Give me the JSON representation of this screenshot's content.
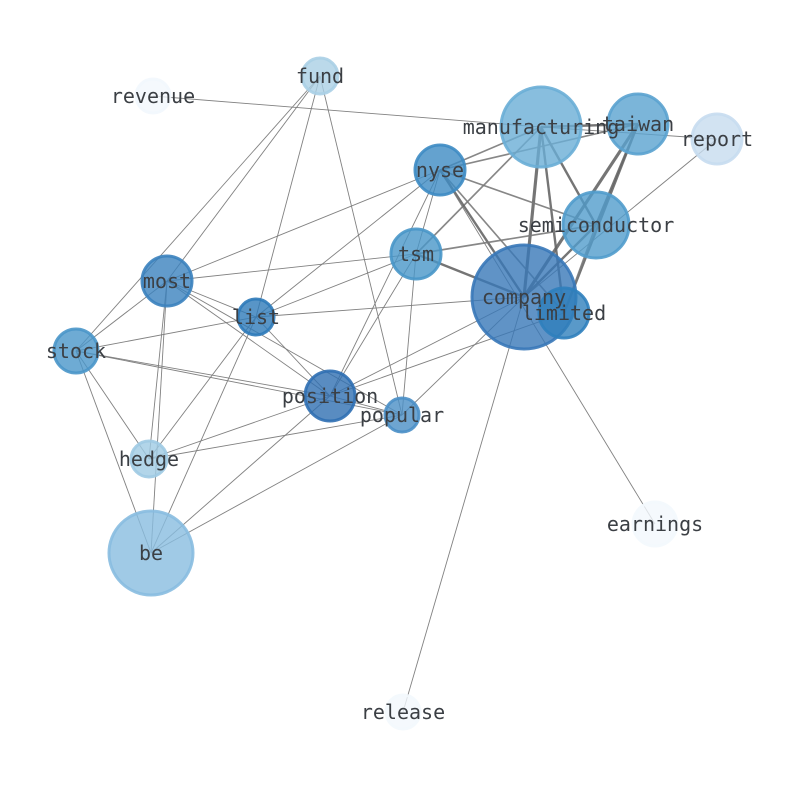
{
  "diagram": {
    "type": "word-cooccurrence-network",
    "nodes": [
      {
        "id": "revenue",
        "label": "revenue",
        "weight": 1,
        "color": "#f2f7fd"
      },
      {
        "id": "fund",
        "label": "fund",
        "weight": 2,
        "color": "#aacfe5"
      },
      {
        "id": "manufacturing",
        "label": "manufacturing",
        "weight": 8,
        "color": "#6aaed6"
      },
      {
        "id": "taiwan",
        "label": "taiwan",
        "weight": 5,
        "color": "#5aa2cf"
      },
      {
        "id": "report",
        "label": "report",
        "weight": 3,
        "color": "#c7dcef"
      },
      {
        "id": "nyse",
        "label": "nyse",
        "weight": 4,
        "color": "#3d8bc3"
      },
      {
        "id": "semiconductor",
        "label": "semiconductor",
        "weight": 6,
        "color": "#519ccc"
      },
      {
        "id": "tsm",
        "label": "tsm",
        "weight": 4,
        "color": "#4896c8"
      },
      {
        "id": "company",
        "label": "company",
        "weight": 12,
        "color": "#3878b8"
      },
      {
        "id": "limited",
        "label": "limited",
        "weight": 4,
        "color": "#2f7fbc"
      },
      {
        "id": "most",
        "label": "most",
        "weight": 4,
        "color": "#3b82be"
      },
      {
        "id": "list",
        "label": "list",
        "weight": 3,
        "color": "#2e7ab9"
      },
      {
        "id": "stock",
        "label": "stock",
        "weight": 4,
        "color": "#4a96c9"
      },
      {
        "id": "position",
        "label": "position",
        "weight": 4,
        "color": "#2f6fb2"
      },
      {
        "id": "popular",
        "label": "popular",
        "weight": 3,
        "color": "#4a8fc6"
      },
      {
        "id": "hedge",
        "label": "hedge",
        "weight": 3,
        "color": "#9fcae3"
      },
      {
        "id": "be",
        "label": "be",
        "weight": 9,
        "color": "#88bde0"
      },
      {
        "id": "earnings",
        "label": "earnings",
        "weight": 1,
        "color": "#f3f8fd"
      },
      {
        "id": "release",
        "label": "release",
        "weight": 1,
        "color": "#f3f8fd"
      }
    ],
    "edges": [
      [
        "revenue",
        "manufacturing",
        1
      ],
      [
        "manufacturing",
        "report",
        1
      ],
      [
        "manufacturing",
        "taiwan",
        3
      ],
      [
        "manufacturing",
        "nyse",
        2
      ],
      [
        "manufacturing",
        "semiconductor",
        3
      ],
      [
        "manufacturing",
        "company",
        4
      ],
      [
        "manufacturing",
        "limited",
        3
      ],
      [
        "manufacturing",
        "tsm",
        2
      ],
      [
        "taiwan",
        "nyse",
        2
      ],
      [
        "taiwan",
        "semiconductor",
        3
      ],
      [
        "taiwan",
        "company",
        4
      ],
      [
        "taiwan",
        "limited",
        3
      ],
      [
        "report",
        "company",
        1
      ],
      [
        "nyse",
        "semiconductor",
        2
      ],
      [
        "nyse",
        "company",
        3
      ],
      [
        "nyse",
        "limited",
        2
      ],
      [
        "nyse",
        "tsm",
        1
      ],
      [
        "nyse",
        "most",
        1
      ],
      [
        "nyse",
        "list",
        1
      ],
      [
        "nyse",
        "position",
        1
      ],
      [
        "nyse",
        "earnings",
        1
      ],
      [
        "semiconductor",
        "tsm",
        2
      ],
      [
        "semiconductor",
        "company",
        3
      ],
      [
        "semiconductor",
        "limited",
        2
      ],
      [
        "tsm",
        "company",
        3
      ],
      [
        "tsm",
        "most",
        1
      ],
      [
        "tsm",
        "list",
        1
      ],
      [
        "tsm",
        "position",
        1
      ],
      [
        "tsm",
        "popular",
        1
      ],
      [
        "company",
        "list",
        1
      ],
      [
        "company",
        "position",
        1
      ],
      [
        "company",
        "popular",
        1
      ],
      [
        "company",
        "release",
        1
      ],
      [
        "limited",
        "position",
        1
      ],
      [
        "fund",
        "most",
        1
      ],
      [
        "fund",
        "stock",
        1
      ],
      [
        "fund",
        "list",
        1
      ],
      [
        "fund",
        "popular",
        1
      ],
      [
        "most",
        "list",
        1
      ],
      [
        "most",
        "stock",
        1
      ],
      [
        "most",
        "position",
        1
      ],
      [
        "most",
        "popular",
        1
      ],
      [
        "most",
        "hedge",
        1
      ],
      [
        "most",
        "be",
        1
      ],
      [
        "list",
        "stock",
        1
      ],
      [
        "list",
        "position",
        1
      ],
      [
        "list",
        "hedge",
        1
      ],
      [
        "list",
        "be",
        1
      ],
      [
        "stock",
        "position",
        1
      ],
      [
        "stock",
        "popular",
        1
      ],
      [
        "stock",
        "be",
        1
      ],
      [
        "stock",
        "hedge",
        1
      ],
      [
        "position",
        "popular",
        1
      ],
      [
        "position",
        "hedge",
        1
      ],
      [
        "position",
        "be",
        1
      ],
      [
        "popular",
        "hedge",
        1
      ],
      [
        "popular",
        "be",
        1
      ]
    ]
  }
}
